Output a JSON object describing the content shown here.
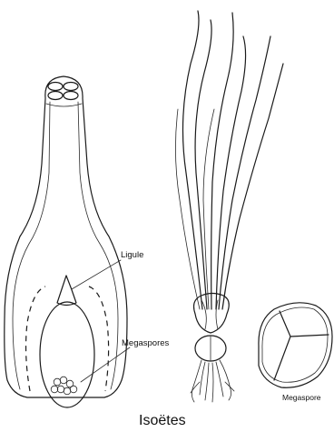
{
  "labels": {
    "ligule": "Ligule",
    "megaspores": "Megaspores",
    "megaspore": "Megaspore",
    "title": "Isoëtes"
  }
}
